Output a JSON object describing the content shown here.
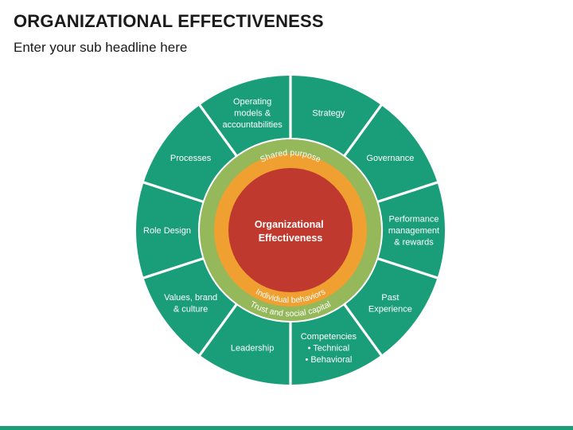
{
  "header": {
    "title": "ORGANIZATIONAL EFFECTIVENESS",
    "subtitle": "Enter your sub headline here"
  },
  "center": {
    "lines": [
      "Organizational",
      "Effectiveness"
    ],
    "color": "#c0392f"
  },
  "rings": {
    "orange": {
      "label": "Shared purpose",
      "label_bottom": "Individual behaviors",
      "color": "#f0a030"
    },
    "green": {
      "label": "Trust and social capital",
      "color": "#94b85a"
    }
  },
  "segment_color": "#1a9e7a",
  "segments": [
    {
      "id": "strategy",
      "lines": [
        "Strategy"
      ]
    },
    {
      "id": "governance",
      "lines": [
        "Governance"
      ]
    },
    {
      "id": "performance",
      "lines": [
        "Performance",
        "management",
        "& rewards"
      ]
    },
    {
      "id": "past-experience",
      "lines": [
        "Past",
        "Experience"
      ]
    },
    {
      "id": "competencies",
      "lines": [
        "Competencies",
        "• Technical",
        "• Behavioral"
      ]
    },
    {
      "id": "leadership",
      "lines": [
        "Leadership"
      ]
    },
    {
      "id": "values",
      "lines": [
        "Values, brand",
        "& culture"
      ]
    },
    {
      "id": "role-design",
      "lines": [
        "Role Design"
      ]
    },
    {
      "id": "processes",
      "lines": [
        "Processes"
      ]
    },
    {
      "id": "operating-models",
      "lines": [
        "Operating",
        "models &",
        "accountabilities"
      ]
    }
  ]
}
